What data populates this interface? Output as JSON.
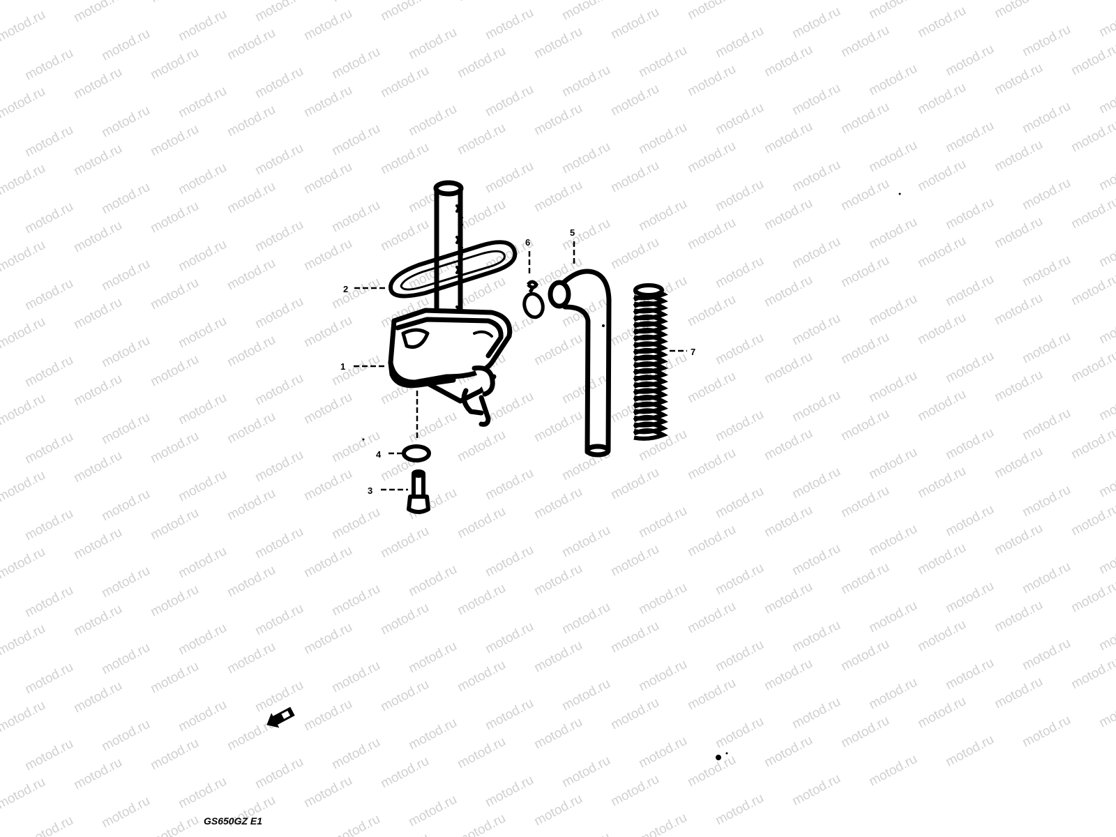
{
  "watermark": {
    "text": "motod.ru"
  },
  "callouts": [
    {
      "id": "callout-1",
      "text": "1"
    },
    {
      "id": "callout-2",
      "text": "2"
    },
    {
      "id": "callout-3",
      "text": "3"
    },
    {
      "id": "callout-4",
      "text": "4"
    },
    {
      "id": "callout-5",
      "text": "5"
    },
    {
      "id": "callout-6",
      "text": "6"
    },
    {
      "id": "callout-7",
      "text": "7"
    }
  ],
  "diagram_code": "GS650GZ E1",
  "icons": {
    "direction_arrow": "front-arrow-icon"
  },
  "colors": {
    "ink": "#000000",
    "paper": "#ffffff",
    "watermark": "#d0d0d0"
  }
}
